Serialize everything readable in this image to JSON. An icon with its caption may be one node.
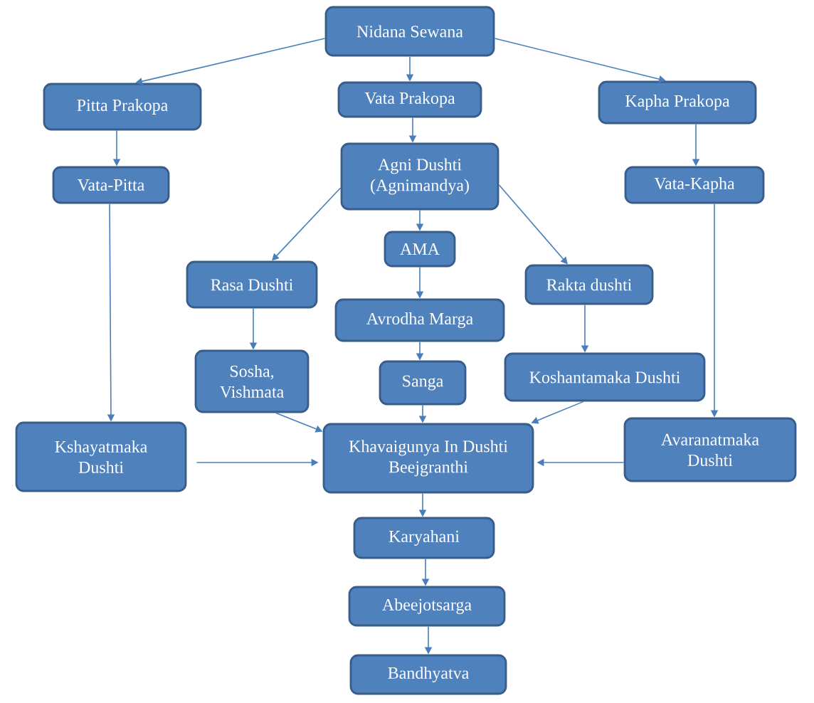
{
  "diagram": {
    "nodes": [
      {
        "text": [
          "Nidana Sewana"
        ]
      },
      {
        "text": [
          "Pitta Prakopa"
        ]
      },
      {
        "text": [
          "Vata Prakopa"
        ]
      },
      {
        "text": [
          "Kapha Prakopa"
        ]
      },
      {
        "text": [
          "Vata-Pitta"
        ]
      },
      {
        "text": [
          "Agni Dushti (Agnimandya)"
        ]
      },
      {
        "text": [
          "Vata-Kapha"
        ]
      },
      {
        "text": [
          "AMA"
        ]
      },
      {
        "text": [
          "Rasa Dushti"
        ]
      },
      {
        "text": [
          "Rakta dushti"
        ]
      },
      {
        "text": [
          "Avrodha Marga"
        ]
      },
      {
        "text": [
          "Sosha, Vishmata"
        ]
      },
      {
        "text": [
          "Sanga"
        ]
      },
      {
        "text": [
          "Koshantamaka Dushti"
        ]
      },
      {
        "text": [
          "Kshayatmaka Dushti"
        ]
      },
      {
        "text": [
          "Khavaigunya In Dushti Beejgranthi"
        ]
      },
      {
        "text": [
          "Avaranatmaka Dushti"
        ]
      },
      {
        "text": [
          "Karyahani"
        ]
      },
      {
        "text": [
          "Abeejotsarga"
        ]
      },
      {
        "text": [
          "Bandhyatva"
        ]
      }
    ],
    "edges": [
      {
        "from": 0,
        "to": 1,
        "arrow": "to"
      },
      {
        "from": 0,
        "to": 2,
        "arrow": "to"
      },
      {
        "from": 0,
        "to": 3,
        "arrow": "to"
      },
      {
        "from": 1,
        "to": 4,
        "arrow": "to"
      },
      {
        "from": 2,
        "to": 5,
        "arrow": "to"
      },
      {
        "from": 3,
        "to": 6,
        "arrow": "to"
      },
      {
        "from": 5,
        "to": 8,
        "arrow": "to"
      },
      {
        "from": 5,
        "to": 7,
        "arrow": "to"
      },
      {
        "from": 5,
        "to": 9,
        "arrow": "to"
      },
      {
        "from": 7,
        "to": 10,
        "arrow": "to"
      },
      {
        "from": 10,
        "to": 12,
        "arrow": "to"
      },
      {
        "from": 8,
        "to": 11,
        "arrow": "to"
      },
      {
        "from": 9,
        "to": 13,
        "arrow": "to"
      },
      {
        "from": 4,
        "to": 14,
        "arrow": "to"
      },
      {
        "from": 6,
        "to": 16,
        "arrow": "to"
      },
      {
        "from": 11,
        "to": 15,
        "arrow": "to"
      },
      {
        "from": 12,
        "to": 15,
        "arrow": "to"
      },
      {
        "from": 13,
        "to": 15,
        "arrow": "to"
      },
      {
        "from": 14,
        "to": 15,
        "arrow": "to"
      },
      {
        "from": 16,
        "to": 15,
        "arrow": "to"
      },
      {
        "from": 15,
        "to": 17,
        "arrow": "to"
      },
      {
        "from": 17,
        "to": 18,
        "arrow": "to"
      },
      {
        "from": 18,
        "to": 19,
        "arrow": "to"
      }
    ]
  }
}
